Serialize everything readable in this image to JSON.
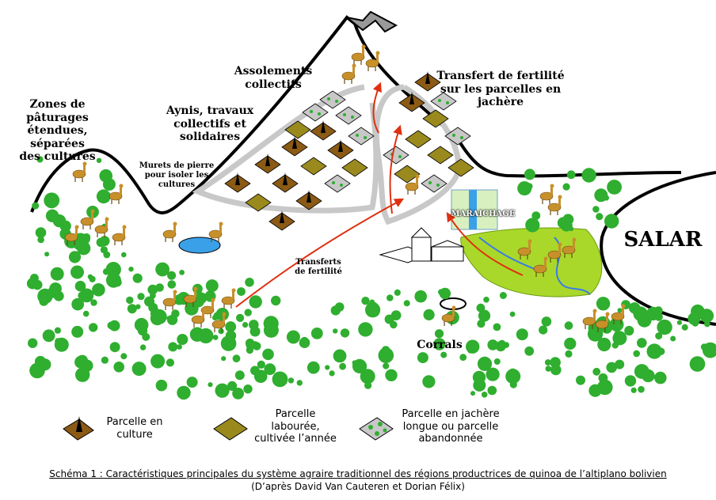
{
  "labels": {
    "pasture": "Zones de pâturages\nétendues, séparées\ndes cultures",
    "aynis": "Aynis, travaux\ncollectifs et\nsolidaires",
    "murets": "Murets de pierre\npour isoler les\ncultures",
    "assolements": "Assolements\ncollectifs",
    "transfert_top": "Transfert de fertilité\nsur les parcelles en\njachère",
    "transferts": "Transferts\nde fertilité",
    "maraichage": "MARAICHAGE",
    "salar": "SALAR",
    "corrals": "Corrals"
  },
  "legend": {
    "culture": "Parcelle en\nculture",
    "labouree": "Parcelle\nlabourée,\ncultivée l’année",
    "jachere": "Parcelle en jachère\nlongue ou parcelle\nabandonnée"
  },
  "caption": {
    "line1": "Schéma 1 : Caractéristiques principales du système agraire traditionnel des régions productrices de quinoa de l’altiplano bolivien",
    "line2": "(D’après David Van Cauteren et Dorian Félix)"
  },
  "colors": {
    "tree": "#2fae2f",
    "plot_culture": "#8b5a14",
    "plot_labouree": "#9a8a1e",
    "plot_jachere": "#c8c8c8",
    "arrow": "#e03010",
    "water": "#3aa0e8",
    "marsh": "#a9d82a",
    "road": "#c8c8c8",
    "llama": "#c8902a"
  }
}
